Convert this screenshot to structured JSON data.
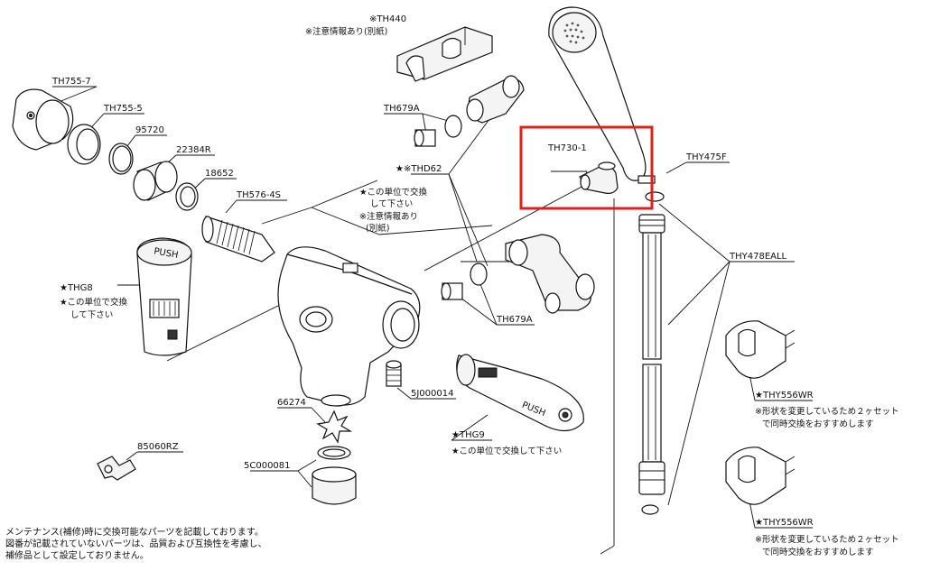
{
  "labels": {
    "th440": "※TH440",
    "th440_note": "※注意情報あり(別紙)",
    "th755_7": "TH755-7",
    "th755_5": "TH755-5",
    "p95720": "95720",
    "p22384r": "22384R",
    "p18652": "18652",
    "th576_4s": "TH576-4S",
    "th679a_top": "TH679A",
    "thd62": "★※THD62",
    "thd62_note1": "★この単位で交換",
    "thd62_note2": "して下さい",
    "thd62_note3": "※注意情報あり",
    "thd62_note4": "(別紙)",
    "th730_1": "TH730-1",
    "thy475f": "THY475F",
    "thg8": "★THG8",
    "thg8_note1": "★この単位で交換",
    "thg8_note2": "して下さい",
    "thy478eall": "THY478EALL",
    "th679a_bottom": "TH679A",
    "p5j000014": "5J000014",
    "p66274": "66274",
    "thg9": "★THG9",
    "thg9_note": "★この単位で交換して下さい",
    "p85060rz": "85060RZ",
    "p5c000081": "5C000081",
    "thy556wr_1": "★THY556WR",
    "thy556wr_1_note1": "※形状を変更しているため２ヶセット",
    "thy556wr_1_note2": "で同時交換をおすすめします",
    "thy556wr_2": "★THY556WR",
    "thy556wr_2_note1": "※形状を変更しているため２ヶセット",
    "thy556wr_2_note2": "で同時交換をおすすめします",
    "push_label": "PUSH"
  },
  "footer_note": [
    "メンテナンス(補修)時に交換可能なパーツを記載しております。",
    "図番が記載されていないパーツは、品質および互換性を考慮し、",
    "補修品として設定しておりません。"
  ],
  "highlight_color": "#e0201b"
}
